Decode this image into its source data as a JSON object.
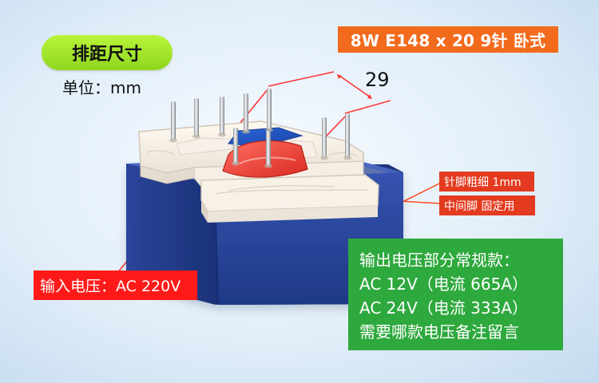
{
  "badges": {
    "spacing_title": "排距尺寸",
    "unit_text": "单位：mm",
    "model_tag": "8W E148 x 20  9针 卧式",
    "dimension_value": "29",
    "pin_size": "针脚粗细 1mm",
    "middle_pin": "中间脚 固定用"
  },
  "callouts": {
    "input_voltage": "输入电压：AC 220V",
    "output_lines": [
      "输出电压部分常规款：",
      "AC 12V（电流 665A）",
      "AC 24V（电流 333A）",
      "需要哪款电压备注留言"
    ]
  },
  "colors": {
    "green_badge": "#9be225",
    "orange_tag": "#f26b1d",
    "red_tag": "#e43b20",
    "input_box": "#ff1a1a",
    "output_box": "#2ea93d",
    "transformer_blue": "#2d4fa7"
  }
}
